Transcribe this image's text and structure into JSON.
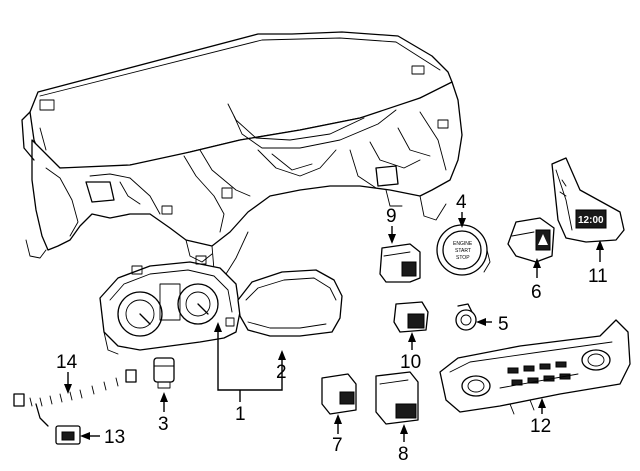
{
  "callouts": [
    {
      "id": "1",
      "label": "1"
    },
    {
      "id": "2",
      "label": "2"
    },
    {
      "id": "3",
      "label": "3"
    },
    {
      "id": "4",
      "label": "4"
    },
    {
      "id": "5",
      "label": "5"
    },
    {
      "id": "6",
      "label": "6"
    },
    {
      "id": "7",
      "label": "7"
    },
    {
      "id": "8",
      "label": "8"
    },
    {
      "id": "9",
      "label": "9"
    },
    {
      "id": "10",
      "label": "10"
    },
    {
      "id": "11",
      "label": "11"
    },
    {
      "id": "12",
      "label": "12"
    },
    {
      "id": "13",
      "label": "13"
    },
    {
      "id": "14",
      "label": "14"
    }
  ],
  "button_text": {
    "line1": "ENGINE",
    "line2": "START",
    "line3": "STOP"
  },
  "clock_text": "12:00"
}
